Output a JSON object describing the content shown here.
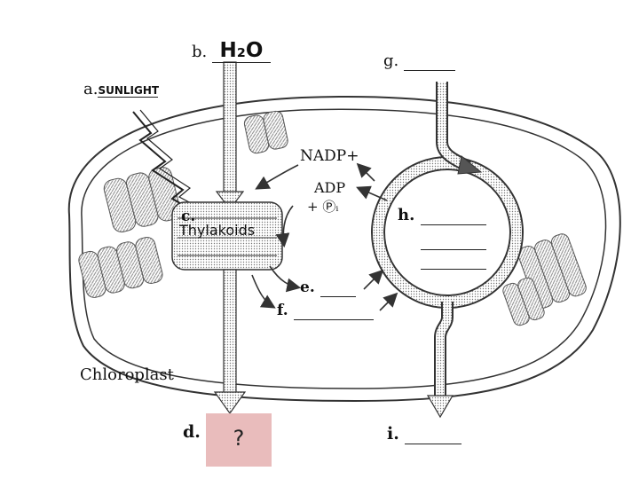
{
  "labels": {
    "a_letter": "a.",
    "a_answer": "SUNLIGHT",
    "b_letter": "b.",
    "b_answer": "H₂O",
    "c_letter": "c.",
    "c_answer": "Thylakoids",
    "d_letter": "d.",
    "d_answer": "?",
    "e_letter": "e.",
    "f_letter": "f.",
    "g_letter": "g.",
    "h_letter": "h.",
    "i_letter": "i.",
    "nadp": "NADP+",
    "adp": "ADP",
    "pi": "+ Ⓟᵢ",
    "chloroplast": "Chloroplast"
  },
  "colors": {
    "answer_box": "#e9bcbc",
    "line": "#333333",
    "hatch": "#9a9a9a"
  }
}
